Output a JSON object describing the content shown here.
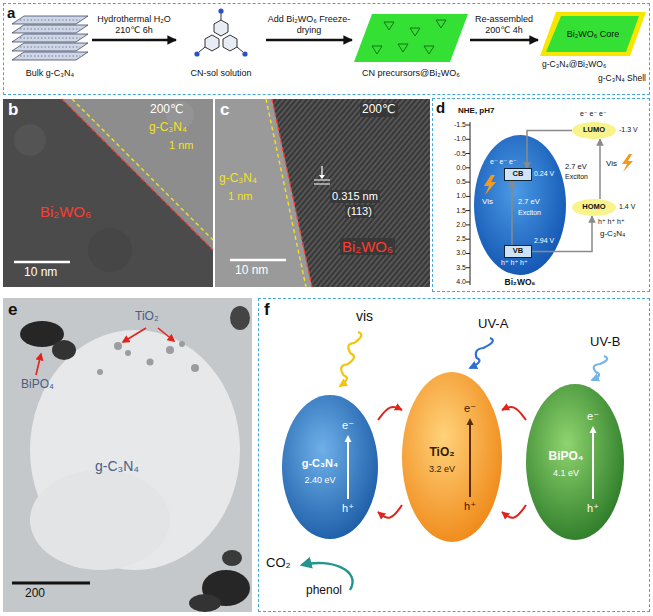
{
  "diagram": {
    "nodes": [
      {
        "text": [
          "a"
        ]
      },
      {
        "text": [
          "Bulk g-C₃N₄"
        ],
        "in": 0
      },
      {
        "text": [
          "CN-sol solution"
        ],
        "in": 0
      },
      {
        "text": [
          "CN precursors@Bi₂WO₆"
        ],
        "in": 0
      },
      {
        "text": [
          "Bi₂WO₆ Core",
          "g-C₃N₄@Bi₂WO₆",
          "g-C₃N₄ Shell"
        ],
        "in": 0
      },
      {
        "text": [
          "b",
          "200℃",
          "g-C₃N₄",
          "1 nm",
          "Bi₂WO₆",
          "10 nm"
        ]
      },
      {
        "text": [
          "c",
          "200℃",
          "g-C₃N₄",
          "1 nm",
          "0.315 nm",
          "(113)",
          "Bi₂WO₆",
          "10 nm"
        ]
      },
      {
        "text": [
          "d",
          "NHE, pH7"
        ]
      },
      {
        "text": [
          "Vis",
          "2.7 eV",
          "Exciton",
          "Bi₂WO₆"
        ],
        "in": 7
      },
      {
        "text": [
          "CB",
          "0.24 V"
        ],
        "in": 8
      },
      {
        "text": [
          "VB",
          "2.94 V"
        ],
        "in": 8
      },
      {
        "text": [
          "LUMO",
          "-1.3 V"
        ],
        "in": 7
      },
      {
        "text": [
          "HOMO",
          "1.4 V"
        ],
        "in": 7
      },
      {
        "text": [
          "e",
          "TiO₂",
          "BiPO₄",
          "g-C₃N₄",
          "200"
        ]
      },
      {
        "text": [
          "f"
        ]
      },
      {
        "text": [
          "g-C₃N₄",
          "2.40 eV",
          "e⁻",
          "h⁺"
        ],
        "in": 14
      },
      {
        "text": [
          "TiO₂",
          "3.2 eV",
          "e⁻",
          "h⁺"
        ],
        "in": 14
      },
      {
        "text": [
          "BiPO₄",
          "4.1 eV",
          "e⁻",
          "h⁺"
        ],
        "in": 14
      }
    ],
    "edges": [
      {
        "from": 1,
        "to": 2,
        "arrow": "to",
        "label": "Hydrothermal H₂O 210℃ 6h"
      },
      {
        "from": 2,
        "to": 3,
        "arrow": "to",
        "label": "Add Bi₂WO₆ Freeze-drying"
      },
      {
        "from": 3,
        "to": 4,
        "arrow": "to",
        "label": "Re-assembled 200℃ 4h"
      },
      {
        "from": 10,
        "to": 9,
        "arrow": "to"
      },
      {
        "from": 12,
        "to": 11,
        "arrow": "to"
      },
      {
        "from": 11,
        "to": 9,
        "arrow": "to"
      },
      {
        "from": 10,
        "to": 12,
        "arrow": "to"
      },
      {
        "from": 15,
        "to": 16,
        "arrow": "to"
      },
      {
        "from": 17,
        "to": 16,
        "arrow": "to"
      },
      {
        "from": 17,
        "to": 16,
        "arrow": "to"
      },
      {
        "from": 16,
        "to": 15,
        "arrow": "to"
      }
    ],
    "labels": [
      "-1.5",
      "-1.0",
      "-0.5",
      "0.0",
      "0.5",
      "1.0",
      "1.5",
      "2.0",
      "2.5",
      "3.0",
      "3.5",
      "4.0",
      "e⁻ e⁻ e⁻",
      "h⁺ h⁺ h⁺",
      "e⁻ e⁻ e⁻",
      "h⁺ h⁺ h⁺",
      "2.7 eV",
      "Exciton",
      "Vis",
      "g-C₃N₄",
      "vis",
      "UV-A",
      "UV-B",
      "CO₂",
      "phenol"
    ]
  }
}
